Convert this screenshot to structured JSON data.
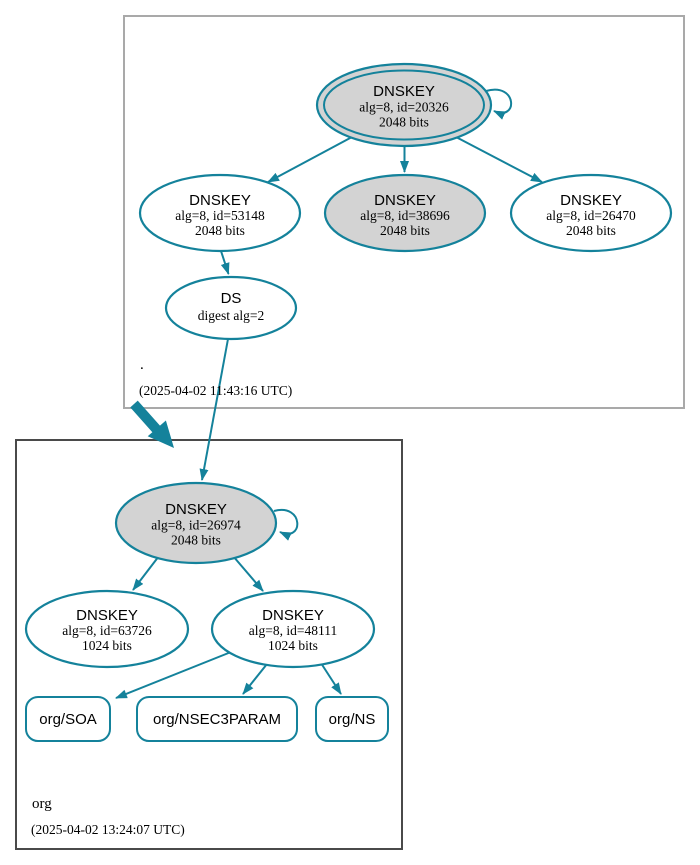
{
  "zones": {
    "root": {
      "label": ".",
      "timestamp": "(2025-04-02 11:43:16 UTC)"
    },
    "org": {
      "label": "org",
      "timestamp": "(2025-04-02 13:24:07 UTC)"
    }
  },
  "nodes": {
    "root_ksk": {
      "title": "DNSKEY",
      "detail": "alg=8, id=20326",
      "bits": "2048 bits",
      "style": "sep-double-ellipse"
    },
    "root_zsk1": {
      "title": "DNSKEY",
      "detail": "alg=8, id=53148",
      "bits": "2048 bits",
      "style": "plain-ellipse"
    },
    "root_zsk2": {
      "title": "DNSKEY",
      "detail": "alg=8, id=38696",
      "bits": "2048 bits",
      "style": "sep-ellipse"
    },
    "root_zsk3": {
      "title": "DNSKEY",
      "detail": "alg=8, id=26470",
      "bits": "2048 bits",
      "style": "plain-ellipse"
    },
    "ds": {
      "title": "DS",
      "detail": "digest alg=2",
      "style": "plain-ellipse"
    },
    "org_ksk": {
      "title": "DNSKEY",
      "detail": "alg=8, id=26974",
      "bits": "2048 bits",
      "style": "sep-ellipse"
    },
    "org_zsk1": {
      "title": "DNSKEY",
      "detail": "alg=8, id=63726",
      "bits": "1024 bits",
      "style": "plain-ellipse"
    },
    "org_zsk2": {
      "title": "DNSKEY",
      "detail": "alg=8, id=48111",
      "bits": "1024 bits",
      "style": "plain-ellipse"
    },
    "rrset_soa": {
      "label": "org/SOA"
    },
    "rrset_nsec3param": {
      "label": "org/NSEC3PARAM"
    },
    "rrset_ns": {
      "label": "org/NS"
    }
  },
  "edges": [
    {
      "from": "root_ksk",
      "to": "root_ksk",
      "type": "self-sign"
    },
    {
      "from": "root_ksk",
      "to": "root_zsk1",
      "type": "signs"
    },
    {
      "from": "root_ksk",
      "to": "root_zsk2",
      "type": "signs"
    },
    {
      "from": "root_ksk",
      "to": "root_zsk3",
      "type": "signs"
    },
    {
      "from": "root_zsk1",
      "to": "ds",
      "type": "signs"
    },
    {
      "from": "ds",
      "to": "org_ksk",
      "type": "secure-reference"
    },
    {
      "from": "zone_root",
      "to": "zone_org",
      "type": "delegation"
    },
    {
      "from": "org_ksk",
      "to": "org_ksk",
      "type": "self-sign"
    },
    {
      "from": "org_ksk",
      "to": "org_zsk1",
      "type": "signs"
    },
    {
      "from": "org_ksk",
      "to": "org_zsk2",
      "type": "signs"
    },
    {
      "from": "org_zsk2",
      "to": "rrset_soa",
      "type": "signs"
    },
    {
      "from": "org_zsk2",
      "to": "rrset_nsec3param",
      "type": "signs"
    },
    {
      "from": "org_zsk2",
      "to": "rrset_ns",
      "type": "signs"
    }
  ],
  "colors": {
    "edge": "#14829b",
    "sep_node_fill": "#d3d3d3",
    "plain_node_fill": "#ffffff",
    "root_zone_border": "#a9a9a9",
    "org_zone_border": "#4a4a4a",
    "text": "#000000"
  }
}
